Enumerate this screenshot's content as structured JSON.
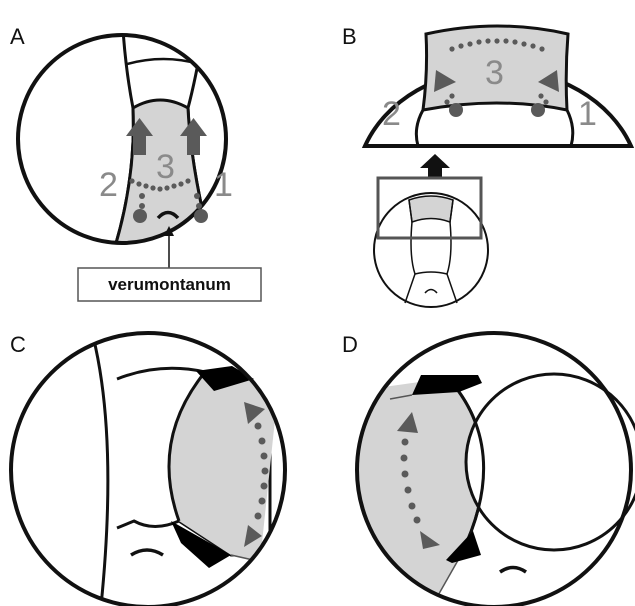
{
  "panels": {
    "a": {
      "letter": "A",
      "zones": [
        "2",
        "3",
        "1"
      ],
      "callout": "verumontanum"
    },
    "b": {
      "letter": "B",
      "zones": [
        "2",
        "3",
        "1"
      ]
    },
    "c": {
      "letter": "C"
    },
    "d": {
      "letter": "D"
    }
  },
  "colors": {
    "outline": "#111111",
    "shaded_region": "#d4d4d4",
    "markers": "#5a5a5a",
    "zone_number_text": "#8a8a8a",
    "callout_border": "#555555"
  },
  "icons": [
    "arrow-up-icon",
    "arrowhead-icon",
    "dotted-path",
    "verumontanum-mound",
    "wedge-marker",
    "field-box"
  ]
}
